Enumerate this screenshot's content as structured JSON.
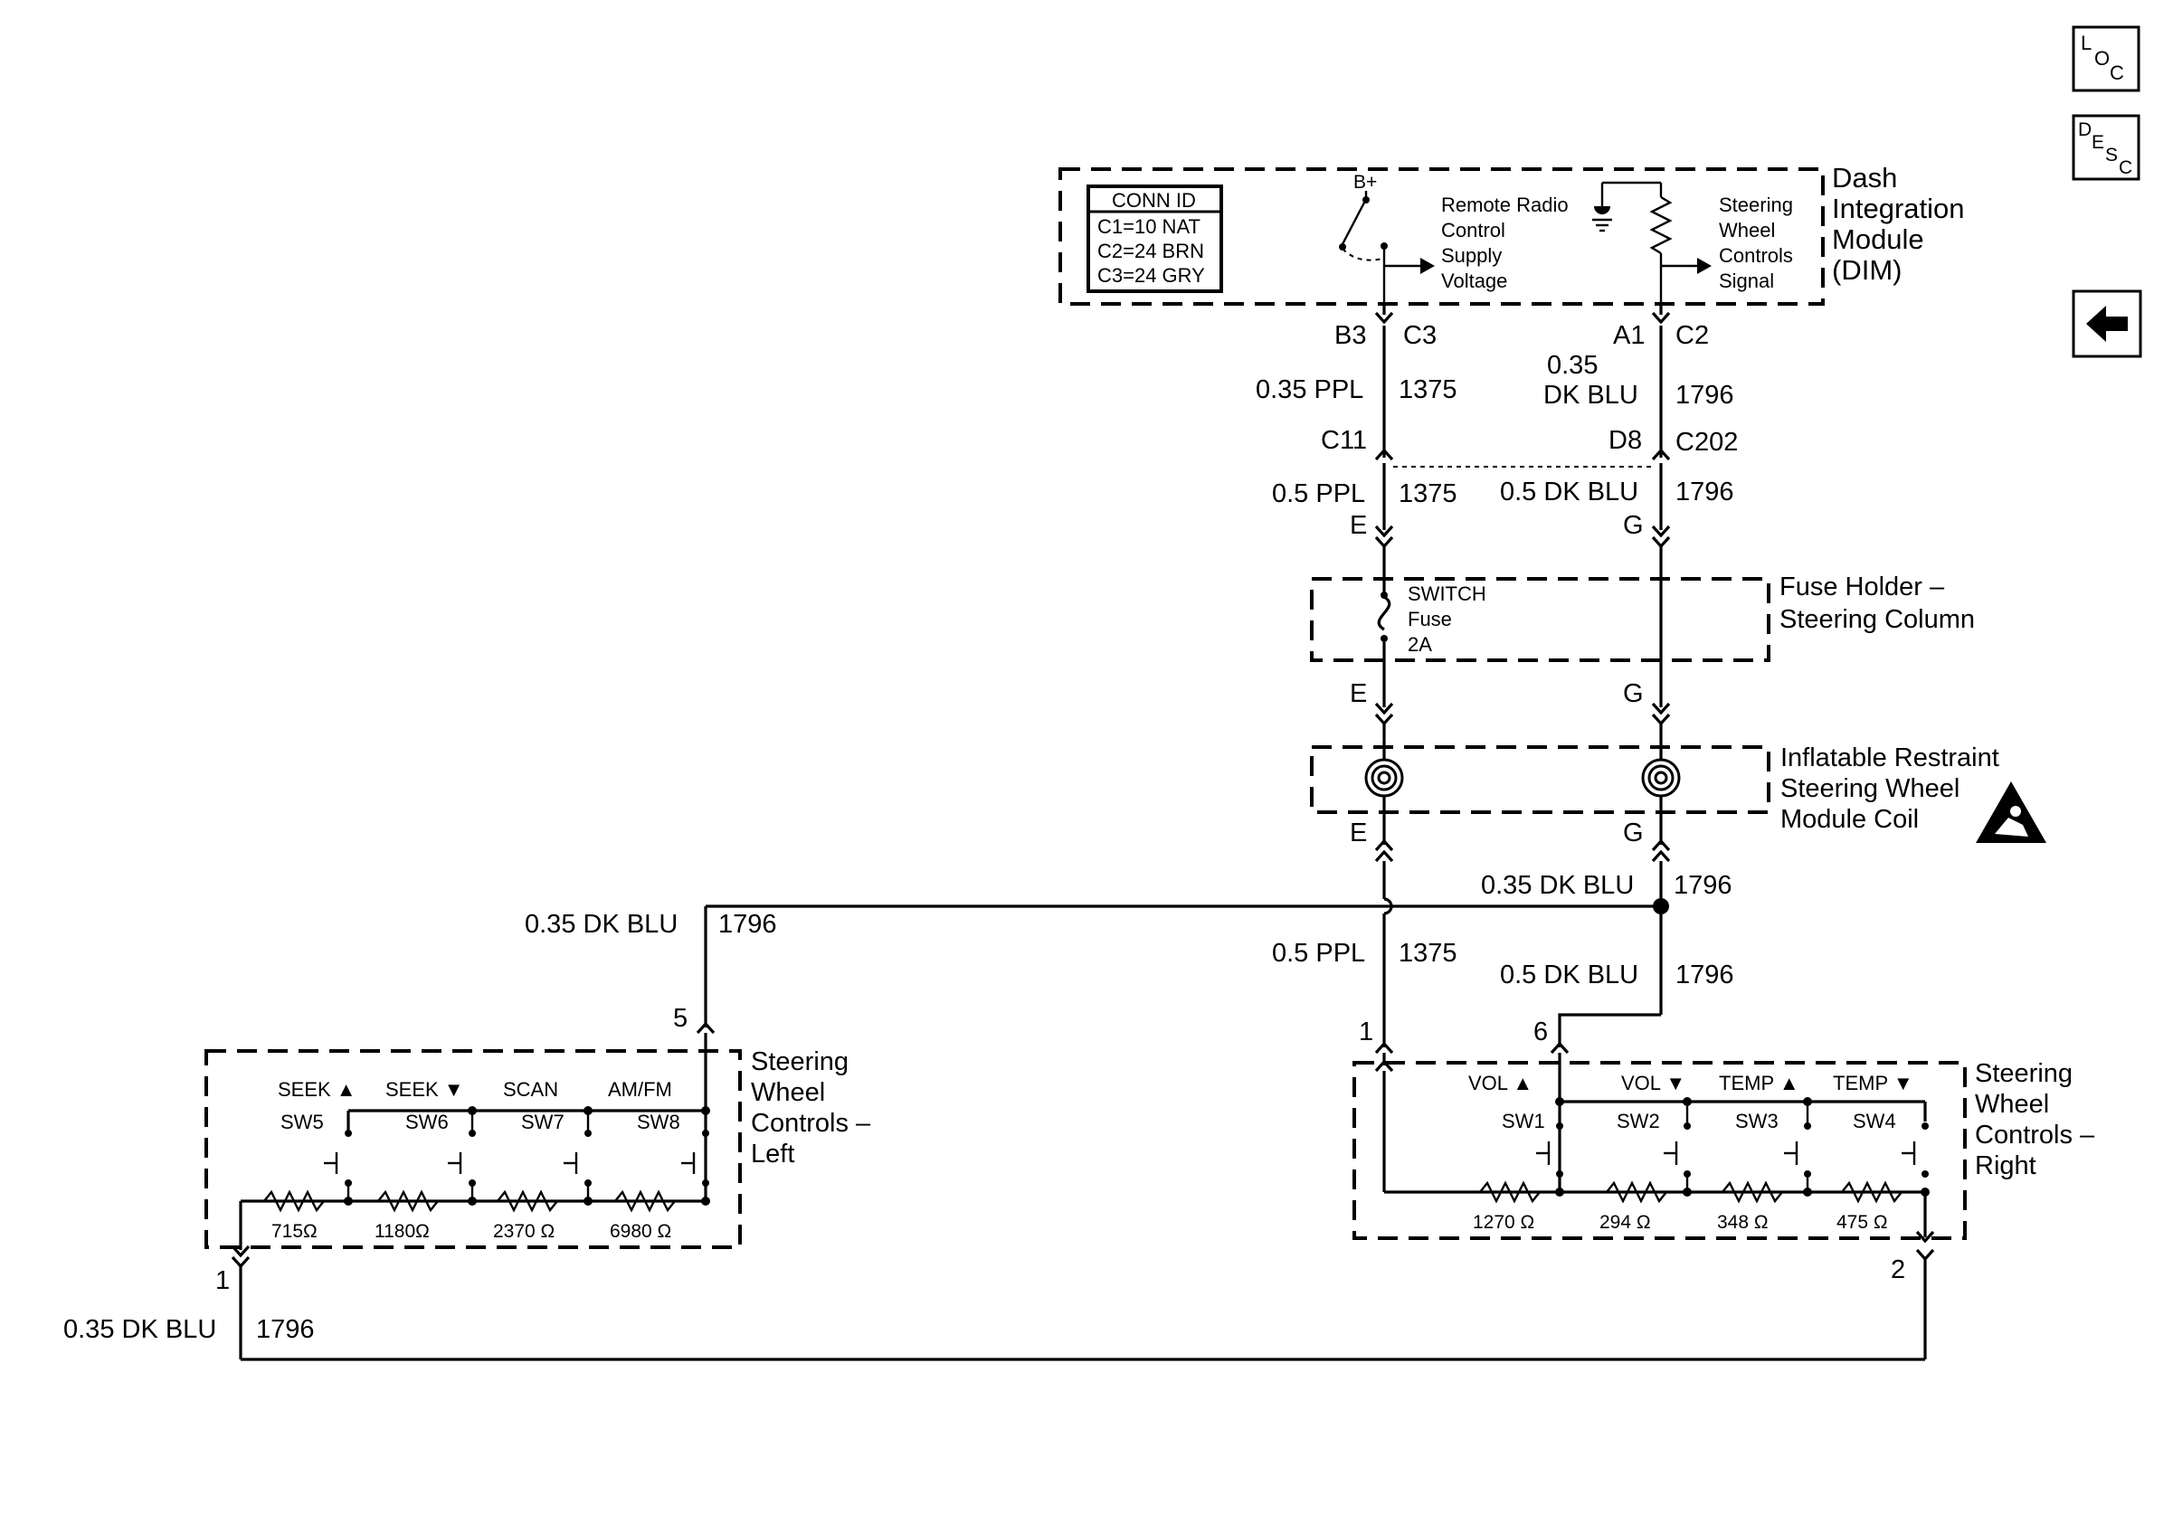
{
  "nav": {
    "loc": {
      "l": "L",
      "o": "O",
      "c": "C"
    },
    "desc": {
      "d": "D",
      "e": "E",
      "s": "S",
      "c": "C"
    }
  },
  "dim": {
    "name": [
      "Dash",
      "Integration",
      "Module",
      "(DIM)"
    ],
    "conn_id": {
      "title": "CONN ID",
      "rows": [
        "C1=10 NAT",
        "C2=24 BRN",
        "C3=24 GRY"
      ]
    },
    "b_plus": "B+",
    "supply": [
      "Remote Radio",
      "Control",
      "Supply",
      "Voltage"
    ],
    "signal": [
      "Steering",
      "Wheel",
      "Controls",
      "Signal"
    ],
    "pins": {
      "b3": "B3",
      "c3": "C3",
      "a1": "A1",
      "c2": "C2"
    }
  },
  "wires": {
    "w1": {
      "gauge": "0.35 PPL",
      "circuit": "1375"
    },
    "w2_gauge_top": "0.35",
    "w2_gauge_bottom": "DK BLU",
    "w2_circuit": "1796",
    "c202": {
      "pin_left": "C11",
      "pin_right": "D8",
      "name": "C202"
    },
    "w3": {
      "gauge": "0.5 PPL",
      "circuit": "1375"
    },
    "w4": {
      "gauge": "0.5 DK BLU",
      "circuit": "1796"
    },
    "pin_e": "E",
    "pin_g": "G",
    "w5": {
      "gauge": "0.35 DK BLU",
      "circuit": "1796"
    },
    "w6": {
      "gauge": "0.35 DK BLU",
      "circuit": "1796"
    },
    "w7": {
      "gauge": "0.5 PPL",
      "circuit": "1375"
    },
    "w8": {
      "gauge": "0.5 DK BLU",
      "circuit": "1796"
    },
    "w9": {
      "gauge": "0.35 DK BLU",
      "circuit": "1796"
    }
  },
  "fuse_holder": {
    "name": [
      "Fuse Holder –",
      "Steering Column"
    ],
    "fuse": [
      "SWITCH",
      "Fuse",
      "2A"
    ]
  },
  "coil": {
    "name": [
      "Inflatable Restraint",
      "Steering Wheel",
      "Module Coil"
    ]
  },
  "left_controls": {
    "name": [
      "Steering",
      "Wheel",
      "Controls –",
      "Left"
    ],
    "pin_top": "5",
    "pin_bottom": "1",
    "switches": [
      {
        "label": "SEEK ▲",
        "sw": "SW5",
        "resistor": "715Ω"
      },
      {
        "label": "SEEK ▼",
        "sw": "SW6",
        "resistor": "1180Ω"
      },
      {
        "label": "SCAN",
        "sw": "SW7",
        "resistor": "2370 Ω"
      },
      {
        "label": "AM/FM",
        "sw": "SW8",
        "resistor": "6980 Ω"
      }
    ]
  },
  "right_controls": {
    "name": [
      "Steering",
      "Wheel",
      "Controls –",
      "Right"
    ],
    "pin_a": "1",
    "pin_b": "6",
    "pin_c": "2",
    "switches": [
      {
        "label": "VOL ▲",
        "sw": "SW1",
        "resistor": "1270 Ω"
      },
      {
        "label": "VOL ▼",
        "sw": "SW2",
        "resistor": "294 Ω"
      },
      {
        "label": "TEMP ▲",
        "sw": "SW3",
        "resistor": "348 Ω"
      },
      {
        "label": "TEMP ▼",
        "sw": "SW4",
        "resistor": "475 Ω"
      }
    ]
  }
}
